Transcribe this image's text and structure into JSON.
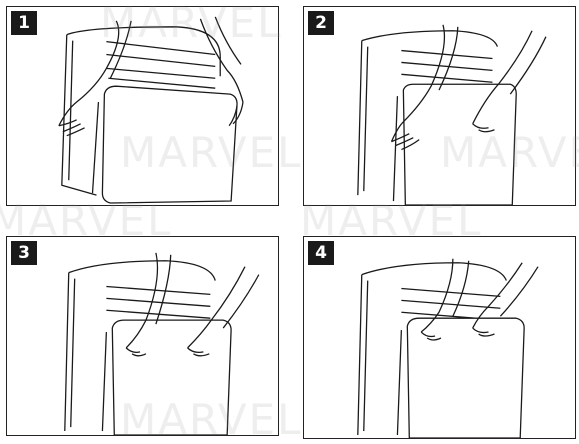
{
  "steps": [
    {
      "number": "1"
    },
    {
      "number": "2"
    },
    {
      "number": "3"
    },
    {
      "number": "4"
    }
  ],
  "watermark": "MARVEL"
}
